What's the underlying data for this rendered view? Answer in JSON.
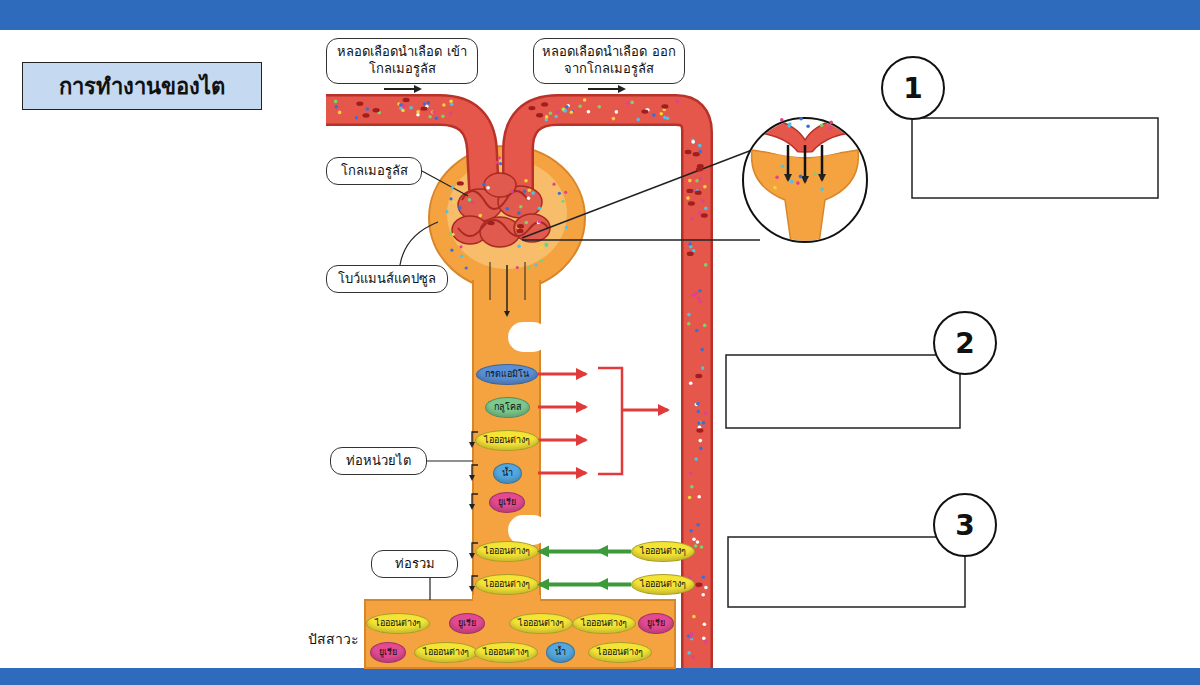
{
  "diagram": {
    "title": "การทำงานของไต",
    "nodes": [
      {
        "text": [
          "หลอดเลือดนำเลือด เข้าโกลเมอรูลัส"
        ]
      },
      {
        "text": [
          "หลอดเลือดนำเลือด ออกจากโกลเมอรูลัส"
        ]
      },
      {
        "text": [
          "1"
        ]
      },
      {
        "text": [
          "โกลเมอรูลัส"
        ]
      },
      {
        "text": [
          "โบว์แมนส์แคปซูล"
        ]
      },
      {
        "text": [
          "2"
        ]
      },
      {
        "text": [
          "กรดแอมิโน"
        ]
      },
      {
        "text": [
          "กลูโคส"
        ]
      },
      {
        "text": [
          "ไอออนต่างๆ"
        ]
      },
      {
        "text": [
          "น้ำ"
        ]
      },
      {
        "text": [
          "ยูเรีย"
        ]
      },
      {
        "text": [
          "ท่อหน่วยไต"
        ]
      },
      {
        "text": [
          "3"
        ]
      },
      {
        "text": [
          "ไอออนต่างๆ"
        ]
      },
      {
        "text": [
          "ไอออนต่างๆ"
        ]
      },
      {
        "text": [
          "ไอออนต่างๆ"
        ]
      },
      {
        "text": [
          "ไอออนต่างๆ"
        ]
      },
      {
        "text": [
          "ท่อรวม"
        ]
      },
      {
        "text": [
          "ไอออนต่างๆ"
        ]
      },
      {
        "text": [
          "ยูเรีย"
        ]
      },
      {
        "text": [
          "ไอออนต่างๆ"
        ]
      },
      {
        "text": [
          "ไอออนต่างๆ"
        ]
      },
      {
        "text": [
          "ยูเรีย"
        ]
      },
      {
        "text": [
          "ยูเรีย"
        ]
      },
      {
        "text": [
          "ไอออนต่างๆ"
        ]
      },
      {
        "text": [
          "ไอออนต่างๆ"
        ]
      },
      {
        "text": [
          "น้ำ"
        ]
      },
      {
        "text": [
          "ไอออนต่างๆ"
        ]
      }
    ],
    "edges": [
      {
        "from": 14,
        "to": 13,
        "arrow": "to"
      },
      {
        "from": 16,
        "to": 15,
        "arrow": "to"
      }
    ],
    "labels": [
      "ปัสสาวะ"
    ]
  }
}
